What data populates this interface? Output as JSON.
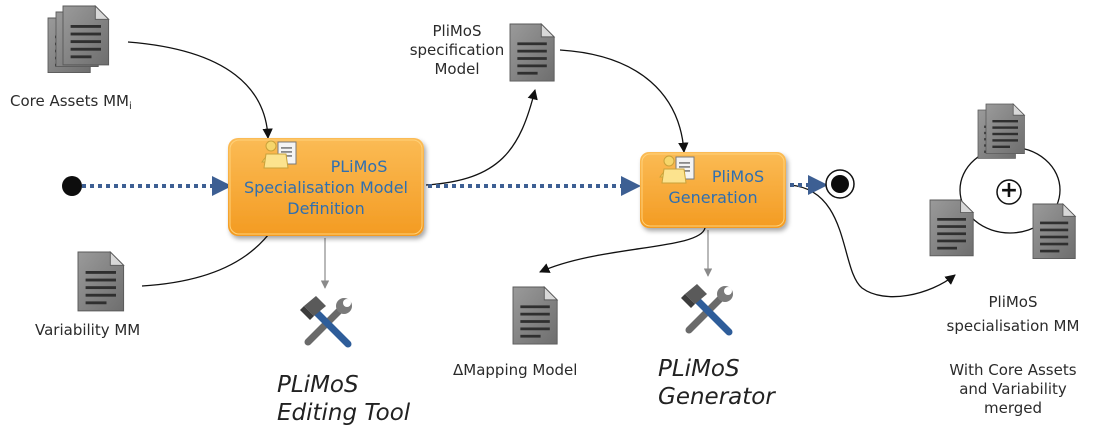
{
  "colors": {
    "process_fill": "#f7a838",
    "process_label": "#2f6fb0",
    "flow_dots": "#3d5f93",
    "document": "#7c7c7c"
  },
  "inputs": {
    "core_assets": {
      "label": "Core Assets MM",
      "subscript": "i",
      "icon": "document-stack-icon"
    },
    "variability": {
      "label": "Variability MM",
      "icon": "document-icon"
    }
  },
  "processes": {
    "definition": {
      "label_lines": [
        "PLiMoS",
        "Specialisation Model",
        "Definition"
      ],
      "icon": "process-user-icon"
    },
    "generation": {
      "label_lines": [
        "PliMoS",
        "Generation"
      ],
      "icon": "process-user-icon"
    }
  },
  "models": {
    "specification": {
      "label_lines": [
        "PliMoS",
        "specification",
        "Model"
      ],
      "icon": "document-icon"
    },
    "mapping": {
      "label": "ΔMapping Model",
      "icon": "document-icon"
    }
  },
  "tools": {
    "editing": {
      "label_lines": [
        "PLiMoS",
        "Editing Tool"
      ],
      "icon": "tools-icon"
    },
    "generator": {
      "label_lines": [
        "PLiMoS",
        "Generator"
      ],
      "icon": "tools-icon"
    }
  },
  "output": {
    "label_lines": [
      "PliMoS",
      "specialisation MM"
    ],
    "note_lines": [
      "With Core Assets",
      "and Variability",
      "merged"
    ],
    "merge_symbol": "+",
    "icon": "merge-icon"
  },
  "nodes": {
    "start": "initial-node",
    "end": "final-node"
  }
}
